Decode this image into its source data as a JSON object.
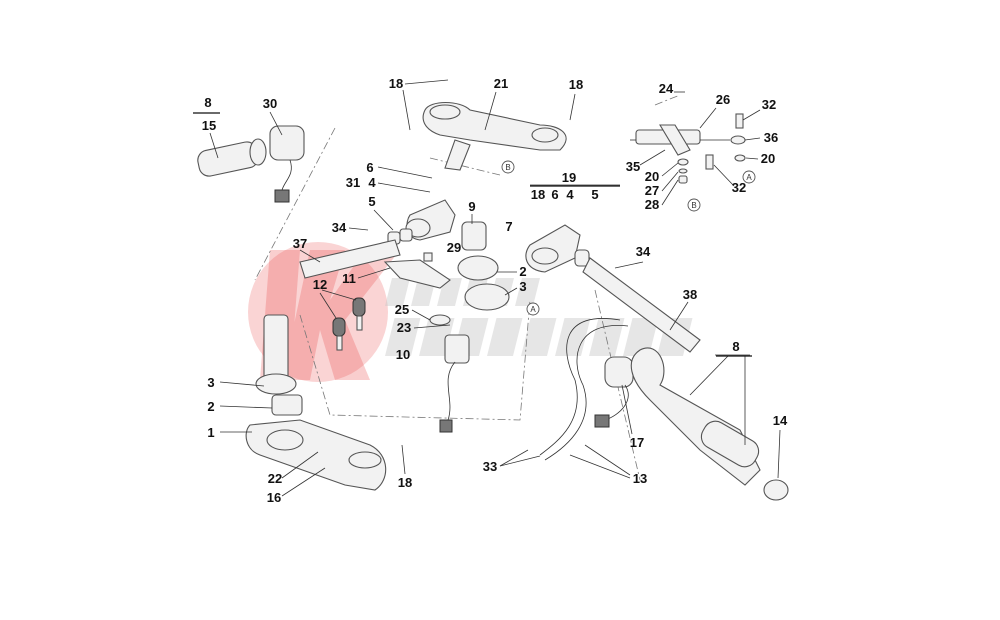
{
  "diagram": {
    "watermark": "REBICH MECCANICA",
    "accent_color": "#e83a3a",
    "part_labels": [
      "8",
      "15",
      "30",
      "18",
      "21",
      "18",
      "6",
      "31",
      "4",
      "5",
      "9",
      "34",
      "37",
      "29",
      "11",
      "12",
      "2",
      "3",
      "25",
      "23",
      "10",
      "3",
      "2",
      "1",
      "22",
      "16",
      "18",
      "19",
      "18",
      "6",
      "4",
      "5",
      "7",
      "34",
      "38",
      "8",
      "14",
      "17",
      "13",
      "33",
      "24",
      "26",
      "32",
      "36",
      "35",
      "20",
      "20",
      "27",
      "28",
      "32"
    ],
    "reference_markers": [
      "A",
      "A",
      "B",
      "B"
    ]
  }
}
